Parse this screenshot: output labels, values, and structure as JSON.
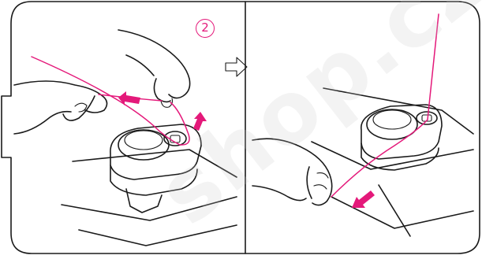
{
  "figure": {
    "step_number": "2",
    "watermark_text": "shop.cz",
    "colors": {
      "line_art": "#1a1a1a",
      "thread": "#e4197a",
      "watermark": "#c8c8c8"
    },
    "icons": {
      "transition": "outline-right-arrow",
      "direction": "magenta-block-arrow"
    }
  }
}
